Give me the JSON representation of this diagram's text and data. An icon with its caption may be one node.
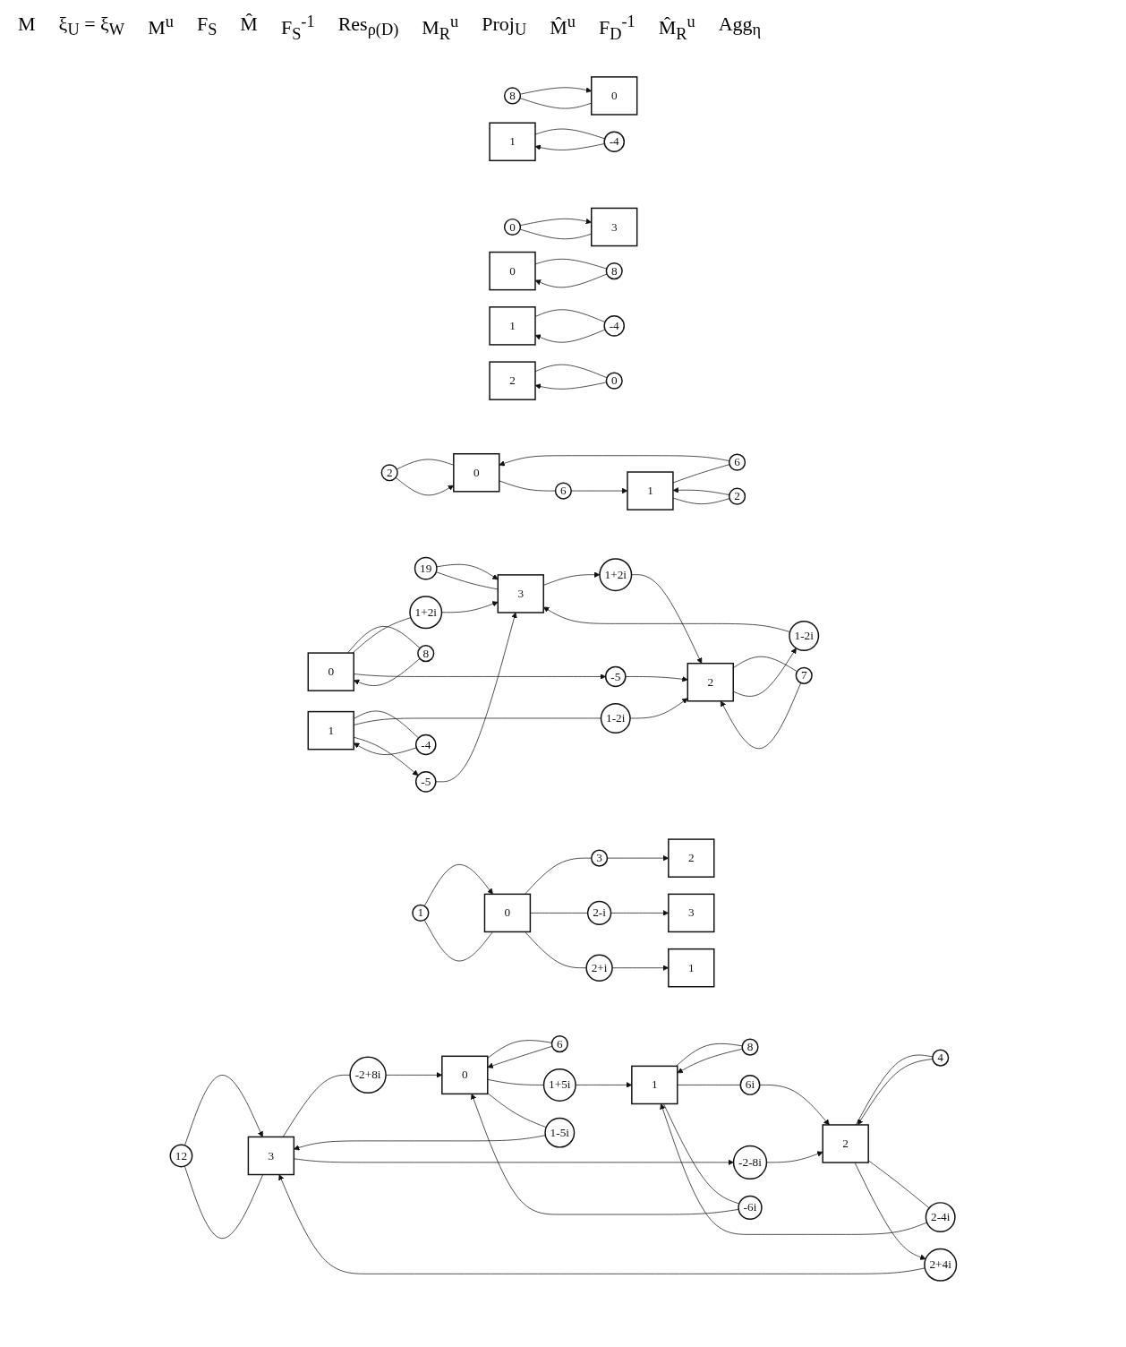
{
  "diagram": {
    "nodes": [
      {
        "text": [
          "12"
        ]
      },
      {
        "text": [
          "6"
        ]
      },
      {
        "text": [
          "8"
        ]
      },
      {
        "text": [
          "4"
        ]
      },
      {
        "text": [
          "-2+8i"
        ]
      },
      {
        "text": [
          "1+5i"
        ]
      },
      {
        "text": [
          "6i"
        ]
      },
      {
        "text": [
          "3"
        ]
      },
      {
        "text": [
          "0"
        ]
      },
      {
        "text": [
          "1"
        ]
      },
      {
        "text": [
          "2"
        ]
      },
      {
        "text": [
          "-2-8i"
        ]
      },
      {
        "text": [
          "1-5i"
        ]
      },
      {
        "text": [
          "-6i"
        ]
      },
      {
        "text": [
          "2-4i"
        ]
      },
      {
        "text": [
          "2+4i"
        ]
      },
      {
        "text": [
          "1"
        ]
      },
      {
        "text": [
          "3"
        ]
      },
      {
        "text": [
          "3"
        ]
      },
      {
        "text": [
          "2-i"
        ]
      },
      {
        "text": [
          "0"
        ]
      },
      {
        "text": [
          "2+i"
        ]
      },
      {
        "text": [
          "1"
        ]
      },
      {
        "text": [
          "2"
        ]
      },
      {
        "text": [
          "19"
        ]
      },
      {
        "text": [
          "8"
        ]
      },
      {
        "text": [
          "-4"
        ]
      },
      {
        "text": [
          "7"
        ]
      },
      {
        "text": [
          "3"
        ]
      },
      {
        "text": [
          "1+2i"
        ]
      },
      {
        "text": [
          "0"
        ]
      },
      {
        "text": [
          "1"
        ]
      },
      {
        "text": [
          "1-2i"
        ]
      },
      {
        "text": [
          "2"
        ]
      },
      {
        "text": [
          "1+2i"
        ]
      },
      {
        "text": [
          "-5"
        ]
      },
      {
        "text": [
          "-5"
        ]
      },
      {
        "text": [
          "1-2i"
        ]
      },
      {
        "text": [
          "2"
        ]
      },
      {
        "text": [
          "6"
        ]
      },
      {
        "text": [
          "2"
        ]
      },
      {
        "text": [
          "0"
        ]
      },
      {
        "text": [
          "1"
        ]
      },
      {
        "text": [
          "6"
        ]
      },
      {
        "text": [
          "0"
        ]
      },
      {
        "text": [
          "8"
        ]
      },
      {
        "text": [
          "-4"
        ]
      },
      {
        "text": [
          "0"
        ]
      },
      {
        "text": [
          "3"
        ]
      },
      {
        "text": [
          "0"
        ]
      },
      {
        "text": [
          "1"
        ]
      },
      {
        "text": [
          "2"
        ]
      },
      {
        "text": [
          "8"
        ]
      },
      {
        "text": [
          "-4"
        ]
      },
      {
        "text": [
          "0"
        ]
      },
      {
        "text": [
          "1"
        ]
      }
    ],
    "edges": [
      {
        "from": 7,
        "to": 0,
        "arrow": "none"
      },
      {
        "from": 0,
        "to": 7,
        "arrow": "to"
      },
      {
        "from": 7,
        "to": 4,
        "arrow": "none"
      },
      {
        "from": 4,
        "to": 8,
        "arrow": "to"
      },
      {
        "from": 8,
        "to": 1,
        "arrow": "none"
      },
      {
        "from": 1,
        "to": 8,
        "arrow": "to"
      },
      {
        "from": 8,
        "to": 5,
        "arrow": "none"
      },
      {
        "from": 5,
        "to": 9,
        "arrow": "to"
      },
      {
        "from": 9,
        "to": 2,
        "arrow": "none"
      },
      {
        "from": 2,
        "to": 9,
        "arrow": "to"
      },
      {
        "from": 9,
        "to": 6,
        "arrow": "none"
      },
      {
        "from": 6,
        "to": 10,
        "arrow": "to"
      },
      {
        "from": 10,
        "to": 3,
        "arrow": "none"
      },
      {
        "from": 3,
        "to": 10,
        "arrow": "to"
      },
      {
        "from": 7,
        "to": 11,
        "arrow": "to"
      },
      {
        "from": 11,
        "to": 10,
        "arrow": "to"
      },
      {
        "from": 8,
        "to": 12,
        "arrow": "none"
      },
      {
        "from": 12,
        "to": 7,
        "arrow": "to"
      },
      {
        "from": 9,
        "to": 13,
        "arrow": "none"
      },
      {
        "from": 13,
        "to": 8,
        "arrow": "to"
      },
      {
        "from": 10,
        "to": 14,
        "arrow": "none"
      },
      {
        "from": 14,
        "to": 9,
        "arrow": "to"
      },
      {
        "from": 10,
        "to": 15,
        "arrow": "to"
      },
      {
        "from": 15,
        "to": 7,
        "arrow": "to"
      },
      {
        "from": 20,
        "to": 16,
        "arrow": "none"
      },
      {
        "from": 16,
        "to": 20,
        "arrow": "to"
      },
      {
        "from": 20,
        "to": 17,
        "arrow": "none"
      },
      {
        "from": 17,
        "to": 23,
        "arrow": "to"
      },
      {
        "from": 20,
        "to": 19,
        "arrow": "none"
      },
      {
        "from": 19,
        "to": 18,
        "arrow": "to"
      },
      {
        "from": 20,
        "to": 21,
        "arrow": "none"
      },
      {
        "from": 21,
        "to": 22,
        "arrow": "to"
      },
      {
        "from": 28,
        "to": 24,
        "arrow": "none"
      },
      {
        "from": 24,
        "to": 28,
        "arrow": "to"
      },
      {
        "from": 30,
        "to": 25,
        "arrow": "none"
      },
      {
        "from": 25,
        "to": 30,
        "arrow": "to"
      },
      {
        "from": 31,
        "to": 26,
        "arrow": "none"
      },
      {
        "from": 26,
        "to": 31,
        "arrow": "to"
      },
      {
        "from": 33,
        "to": 27,
        "arrow": "none"
      },
      {
        "from": 27,
        "to": 33,
        "arrow": "to"
      },
      {
        "from": 30,
        "to": 29,
        "arrow": "none"
      },
      {
        "from": 29,
        "to": 28,
        "arrow": "to"
      },
      {
        "from": 31,
        "to": 32,
        "arrow": "none"
      },
      {
        "from": 32,
        "to": 33,
        "arrow": "to"
      },
      {
        "from": 28,
        "to": 34,
        "arrow": "to"
      },
      {
        "from": 34,
        "to": 33,
        "arrow": "to"
      },
      {
        "from": 31,
        "to": 35,
        "arrow": "to"
      },
      {
        "from": 35,
        "to": 28,
        "arrow": "to"
      },
      {
        "from": 30,
        "to": 36,
        "arrow": "to"
      },
      {
        "from": 36,
        "to": 33,
        "arrow": "to"
      },
      {
        "from": 33,
        "to": 37,
        "arrow": "to"
      },
      {
        "from": 37,
        "to": 28,
        "arrow": "to"
      },
      {
        "from": 41,
        "to": 38,
        "arrow": "none"
      },
      {
        "from": 38,
        "to": 41,
        "arrow": "to"
      },
      {
        "from": 42,
        "to": 39,
        "arrow": "none"
      },
      {
        "from": 39,
        "to": 41,
        "arrow": "to"
      },
      {
        "from": 42,
        "to": 40,
        "arrow": "none"
      },
      {
        "from": 40,
        "to": 42,
        "arrow": "to"
      },
      {
        "from": 41,
        "to": 43,
        "arrow": "none"
      },
      {
        "from": 43,
        "to": 42,
        "arrow": "to"
      },
      {
        "from": 48,
        "to": 44,
        "arrow": "none"
      },
      {
        "from": 44,
        "to": 48,
        "arrow": "to"
      },
      {
        "from": 49,
        "to": 45,
        "arrow": "none"
      },
      {
        "from": 45,
        "to": 49,
        "arrow": "to"
      },
      {
        "from": 50,
        "to": 46,
        "arrow": "none"
      },
      {
        "from": 46,
        "to": 50,
        "arrow": "to"
      },
      {
        "from": 51,
        "to": 47,
        "arrow": "none"
      },
      {
        "from": 47,
        "to": 51,
        "arrow": "to"
      },
      {
        "from": 54,
        "to": 52,
        "arrow": "none"
      },
      {
        "from": 52,
        "to": 54,
        "arrow": "to"
      },
      {
        "from": 55,
        "to": 53,
        "arrow": "none"
      },
      {
        "from": 53,
        "to": 55,
        "arrow": "to"
      }
    ],
    "labels": [
      "M",
      "ξ$_{U}$ = ξ$_{W}$",
      "M$^{u}$",
      "F$_{S}$",
      "M̂",
      "F$_{S}$$^{-1}$",
      "Res$_{ρ(D)}$",
      "M$_{R}$$^{u}$",
      "Proj$_{U}$",
      "M̂$^{u}$",
      "F$_{D}$$^{-1}$",
      "M̂$_{R}$$^{u}$",
      "Agg$_{η}$"
    ]
  }
}
